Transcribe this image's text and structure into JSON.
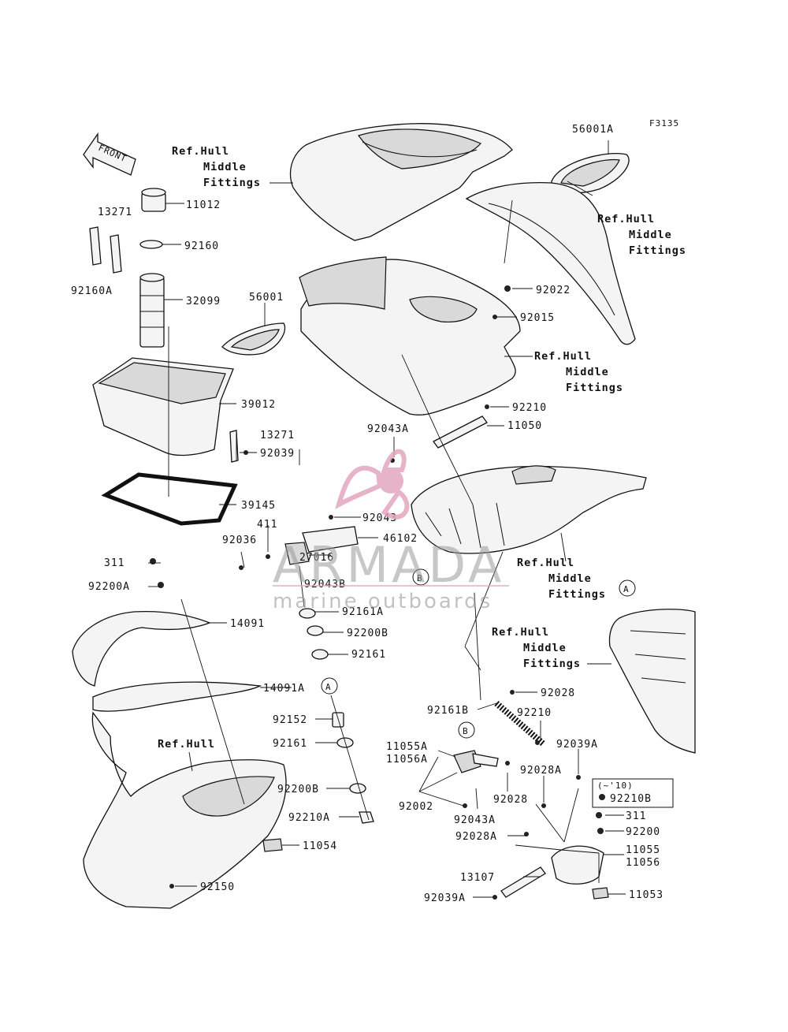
{
  "figure_code": "F3135",
  "front_label": "FRONT",
  "ref_hull_middle": {
    "line1": "Ref.Hull",
    "line2": "Middle",
    "line3": "Fittings"
  },
  "ref_hull": "Ref.Hull",
  "parts": {
    "p56001A": "56001A",
    "p11012": "11012",
    "p13271_top": "13271",
    "p92160": "92160",
    "p92160A": "92160A",
    "p32099": "32099",
    "p56001": "56001",
    "p92022": "92022",
    "p92015": "92015",
    "p39012": "39012",
    "p92210_top": "92210",
    "p92043A_top": "92043A",
    "p11050": "11050",
    "p13271_mid": "13271",
    "p92039": "92039",
    "p39145": "39145",
    "p92043": "92043",
    "p411": "411",
    "p46102": "46102",
    "p92036": "92036",
    "p27016": "27016",
    "p311_left": "311",
    "p92043B": "92043B",
    "p92200A": "92200A",
    "p92161A": "92161A",
    "p14091": "14091",
    "p92200B_a": "92200B",
    "p92161_a": "92161",
    "p14091A": "14091A",
    "p92152": "92152",
    "p92161_b": "92161",
    "p92200B_b": "92200B",
    "p92210A": "92210A",
    "p11054": "11054",
    "p92150": "92150",
    "p92028_top": "92028",
    "p92161B": "92161B",
    "p92210_mid": "92210",
    "p11055A": "11055A",
    "p11056A": "11056A",
    "p92039A_top": "92039A",
    "p92028A_top": "92028A",
    "p92028_mid": "92028",
    "p92002": "92002",
    "p92043A_bot": "92043A",
    "p92028A_bot": "92028A",
    "p311_right": "311",
    "p92200": "92200",
    "p11055": "11055",
    "p11056": "11056",
    "p13107": "13107",
    "p92039A_bot": "92039A",
    "p11053": "11053"
  },
  "year_note": "(~'10)",
  "p92210B": "92210B",
  "markers": {
    "A": "A",
    "B": "B"
  },
  "watermark": {
    "brand": "ARMADA",
    "tagline": "marine outboards",
    "logo_color": "#e3a6c0"
  }
}
